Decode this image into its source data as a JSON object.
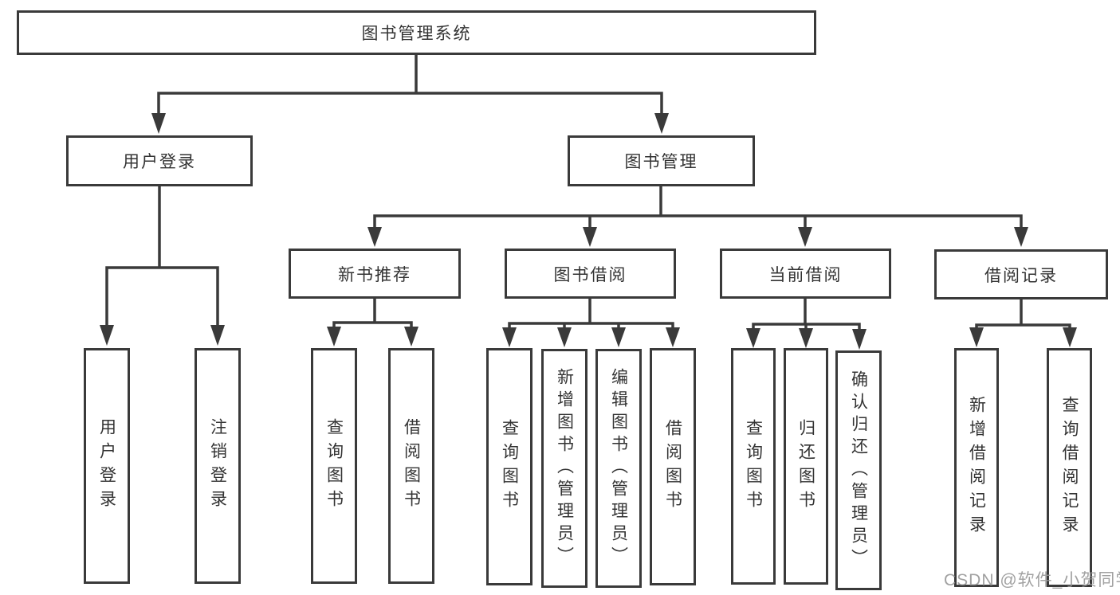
{
  "diagram": {
    "root": "图书管理系统",
    "branches": {
      "user_login": "用户登录",
      "book_management": "图书管理"
    },
    "sections": {
      "new_book_recommend": "新书推荐",
      "book_borrowing": "图书借阅",
      "current_borrowing": "当前借阅",
      "borrowing_records": "借阅记录"
    },
    "leaves": {
      "user_login": "用户登录",
      "logout": "注销登录",
      "query_book_recommend": "查询图书",
      "borrow_book_recommend": "借阅图书",
      "query_book_borrowing": "查询图书",
      "add_book_admin": "新增图书（管理员）",
      "edit_book_admin": "编辑图书（管理员）",
      "borrow_book_borrowing": "借阅图书",
      "query_book_current": "查询图书",
      "return_book": "归还图书",
      "confirm_return_admin": "确认归还（管理员）",
      "add_borrow_record": "新增借阅记录",
      "query_borrow_record": "查询借阅记录"
    }
  },
  "watermark": "CSDN @软件_小贺同学",
  "colors": {
    "line": "#3a3a3a",
    "text": "#333333",
    "watermark": "#949494",
    "background": "#ffffff"
  }
}
